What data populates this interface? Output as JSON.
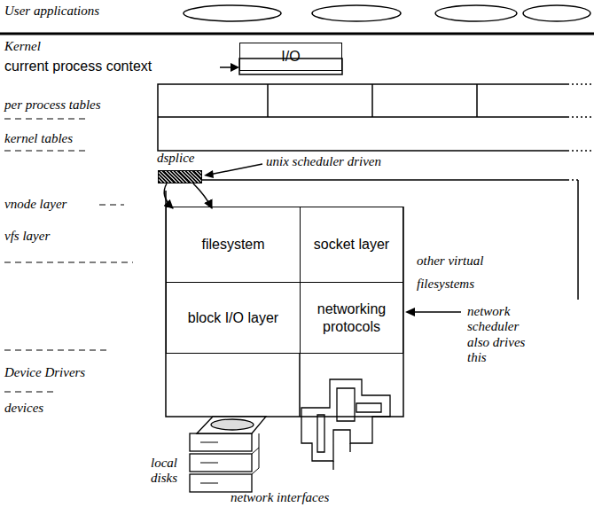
{
  "diagram": {
    "nodes": [
      {
        "text": [
          "I/O"
        ]
      },
      {
        "text": [
          "dsplice"
        ]
      },
      {
        "text": [
          "filesystem"
        ]
      },
      {
        "text": [
          "socket layer"
        ]
      },
      {
        "text": [
          "block I/O layer"
        ]
      },
      {
        "text": [
          "networking protocols"
        ]
      }
    ],
    "edges": [
      {
        "from": 1,
        "to": 2,
        "arrow": "to"
      },
      {
        "from": 1,
        "to": 2,
        "arrow": "to"
      }
    ],
    "labels": [
      "User applications",
      "Kernel",
      "current process context",
      "per process tables",
      "kernel tables",
      "unix scheduler driven",
      "vnode layer",
      "vfs layer",
      "other virtual filesystems",
      "network scheduler also drives this",
      "Device Drivers",
      "devices",
      "local disks",
      "network interfaces"
    ]
  }
}
